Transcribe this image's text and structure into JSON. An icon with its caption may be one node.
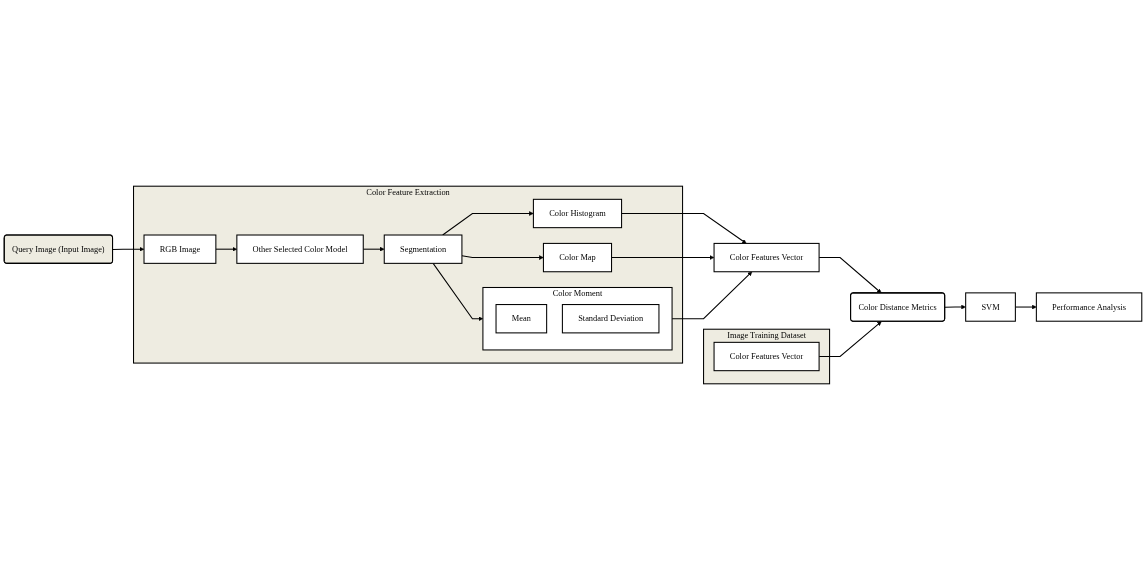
{
  "diagram": {
    "nodes": [
      {
        "text": [
          "Color Feature Extraction"
        ]
      },
      {
        "text": [
          "Query Image (Input Image)"
        ]
      },
      {
        "text": [
          "RGB Image"
        ],
        "in": 0
      },
      {
        "text": [
          "Other Selected Color Model"
        ],
        "in": 0
      },
      {
        "text": [
          "Segmentation"
        ],
        "in": 0
      },
      {
        "text": [
          "Color Histogram"
        ],
        "in": 0
      },
      {
        "text": [
          "Color Moment"
        ],
        "in": 0
      },
      {
        "text": [
          "Mean"
        ],
        "in": 6
      },
      {
        "text": [
          "Standard Deviation"
        ],
        "in": 6
      },
      {
        "text": [
          "Color Map"
        ],
        "in": 0
      },
      {
        "text": [
          "Color Features Vector"
        ]
      },
      {
        "text": [
          "Image Training Dataset"
        ]
      },
      {
        "text": [
          "Color Features Vector"
        ],
        "in": 11
      },
      {
        "text": [
          "Color Distance Metrics"
        ]
      },
      {
        "text": [
          "SVM"
        ]
      },
      {
        "text": [
          "Performance Analysis"
        ]
      }
    ],
    "edges": [
      {
        "from": 1,
        "to": 2,
        "arrow": "to"
      },
      {
        "from": 2,
        "to": 3,
        "arrow": "to"
      },
      {
        "from": 3,
        "to": 4,
        "arrow": "to"
      },
      {
        "from": 4,
        "to": 5,
        "arrow": "to"
      },
      {
        "from": 4,
        "to": 6,
        "arrow": "to"
      },
      {
        "from": 4,
        "to": 9,
        "arrow": "to"
      },
      {
        "from": 5,
        "to": 10,
        "arrow": "to"
      },
      {
        "from": 6,
        "to": 10,
        "arrow": "to"
      },
      {
        "from": 9,
        "to": 10,
        "arrow": "to"
      },
      {
        "from": 10,
        "to": 13,
        "arrow": "to"
      },
      {
        "from": 12,
        "to": 13,
        "arrow": "to"
      },
      {
        "from": 13,
        "to": 14,
        "arrow": "to"
      },
      {
        "from": 14,
        "to": 15,
        "arrow": "to"
      }
    ]
  }
}
